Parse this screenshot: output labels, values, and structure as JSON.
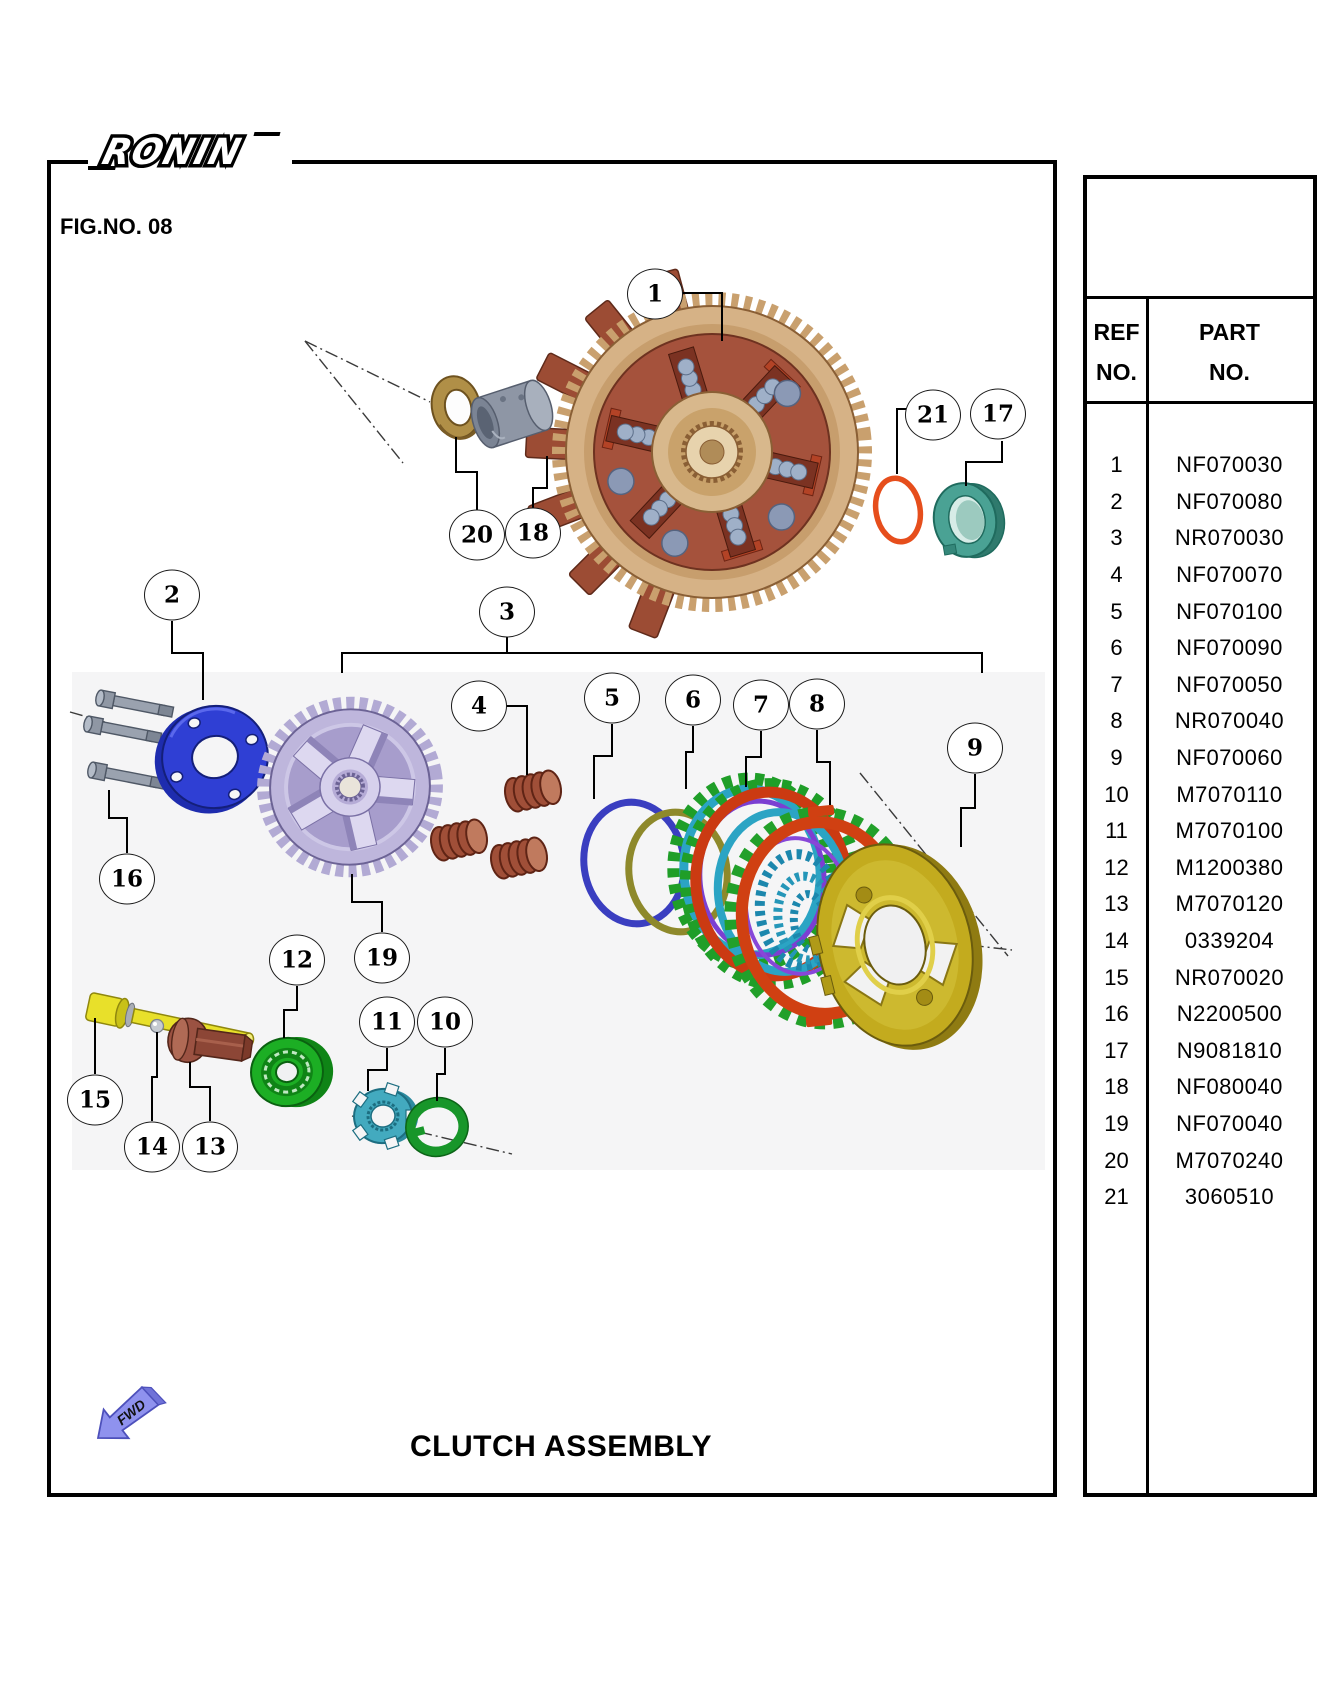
{
  "page": {
    "brand": "RONIN",
    "fig_label": "FIG.NO. 08",
    "title": "CLUTCH ASSEMBLY",
    "fwd": "FWD"
  },
  "table": {
    "header": {
      "ref_line1": "REF",
      "ref_line2": "NO.",
      "part_line1": "PART",
      "part_line2": "NO."
    },
    "rows": [
      {
        "ref": "1",
        "part": "NF070030"
      },
      {
        "ref": "2",
        "part": "NF070080"
      },
      {
        "ref": "3",
        "part": "NR070030"
      },
      {
        "ref": "4",
        "part": "NF070070"
      },
      {
        "ref": "5",
        "part": "NF070100"
      },
      {
        "ref": "6",
        "part": "NF070090"
      },
      {
        "ref": "7",
        "part": "NF070050"
      },
      {
        "ref": "8",
        "part": "NR070040"
      },
      {
        "ref": "9",
        "part": "NF070060"
      },
      {
        "ref": "10",
        "part": "M7070110"
      },
      {
        "ref": "11",
        "part": "M7070100"
      },
      {
        "ref": "12",
        "part": "M1200380"
      },
      {
        "ref": "13",
        "part": "M7070120"
      },
      {
        "ref": "14",
        "part": "0339204"
      },
      {
        "ref": "15",
        "part": "NR070020"
      },
      {
        "ref": "16",
        "part": "N2200500"
      },
      {
        "ref": "17",
        "part": "N9081810"
      },
      {
        "ref": "18",
        "part": "NF080040"
      },
      {
        "ref": "19",
        "part": "NF070040"
      },
      {
        "ref": "20",
        "part": "M7070240"
      },
      {
        "ref": "21",
        "part": "3060510"
      }
    ]
  },
  "callouts": [
    "1",
    "2",
    "3",
    "4",
    "5",
    "6",
    "7",
    "8",
    "9",
    "10",
    "11",
    "12",
    "13",
    "14",
    "15",
    "16",
    "17",
    "18",
    "19",
    "20",
    "21"
  ],
  "colors": {
    "line": "#000000",
    "render_panel_bg": "#f5f5f6",
    "housing_body_brown": "#a5523c",
    "gear_ring_tan": "#d6b286",
    "washer20_brass": "#b08f47",
    "bushing18_gray": "#8e96a5",
    "oring21_orange": "#e64e1c",
    "collar17_teal": "#4aa294",
    "disc2_blue": "#2f3fd4",
    "hub19_lavender": "#beb6dc",
    "spring4_brown": "#a04f38",
    "ring5_blue": "#3a3ec0",
    "ring6_olive": "#8e892b",
    "plate_cyan": "#2ba4c4",
    "plate_green": "#1f9e28",
    "plate_red": "#cb3a12",
    "plate_purple": "#7b3fd2",
    "plate9_gold": "#c3ab1e",
    "rod15_yellow": "#e8e02a",
    "pusher13_maroon": "#8c4636",
    "bearing12_green": "#1cae24",
    "nut11_cyan": "#43aabf",
    "washer10_green": "#18962a",
    "fwd_arrow_purple": "#8f92ee"
  }
}
